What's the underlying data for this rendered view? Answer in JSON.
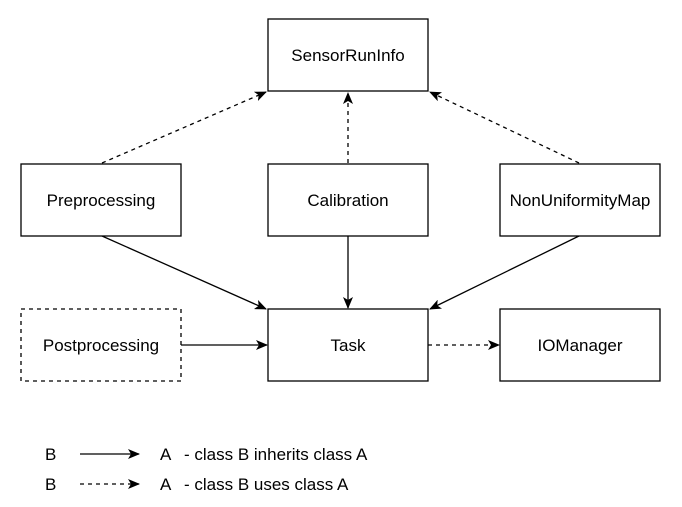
{
  "nodes": {
    "sensor_run_info": {
      "label": "SensorRunInfo"
    },
    "preprocessing": {
      "label": "Preprocessing"
    },
    "calibration": {
      "label": "Calibration"
    },
    "non_uniformity_map": {
      "label": "NonUniformityMap"
    },
    "postprocessing": {
      "label": "Postprocessing",
      "border": "dashed"
    },
    "task": {
      "label": "Task"
    },
    "io_manager": {
      "label": "IOManager"
    }
  },
  "edges": [
    {
      "from": "Preprocessing",
      "to": "SensorRunInfo",
      "style": "dashed"
    },
    {
      "from": "Calibration",
      "to": "SensorRunInfo",
      "style": "dashed"
    },
    {
      "from": "NonUniformityMap",
      "to": "SensorRunInfo",
      "style": "dashed"
    },
    {
      "from": "Preprocessing",
      "to": "Task",
      "style": "solid"
    },
    {
      "from": "Calibration",
      "to": "Task",
      "style": "solid"
    },
    {
      "from": "NonUniformityMap",
      "to": "Task",
      "style": "solid"
    },
    {
      "from": "Postprocessing",
      "to": "Task",
      "style": "solid"
    },
    {
      "from": "Task",
      "to": "IOManager",
      "style": "dashed"
    }
  ],
  "legend": {
    "inherits": {
      "source": "B",
      "target": "A",
      "text": "- class B inherits class A"
    },
    "uses": {
      "source": "B",
      "target": "A",
      "text": "- class B uses class A"
    }
  },
  "colors": {
    "stroke": "#000000",
    "background": "#ffffff"
  }
}
